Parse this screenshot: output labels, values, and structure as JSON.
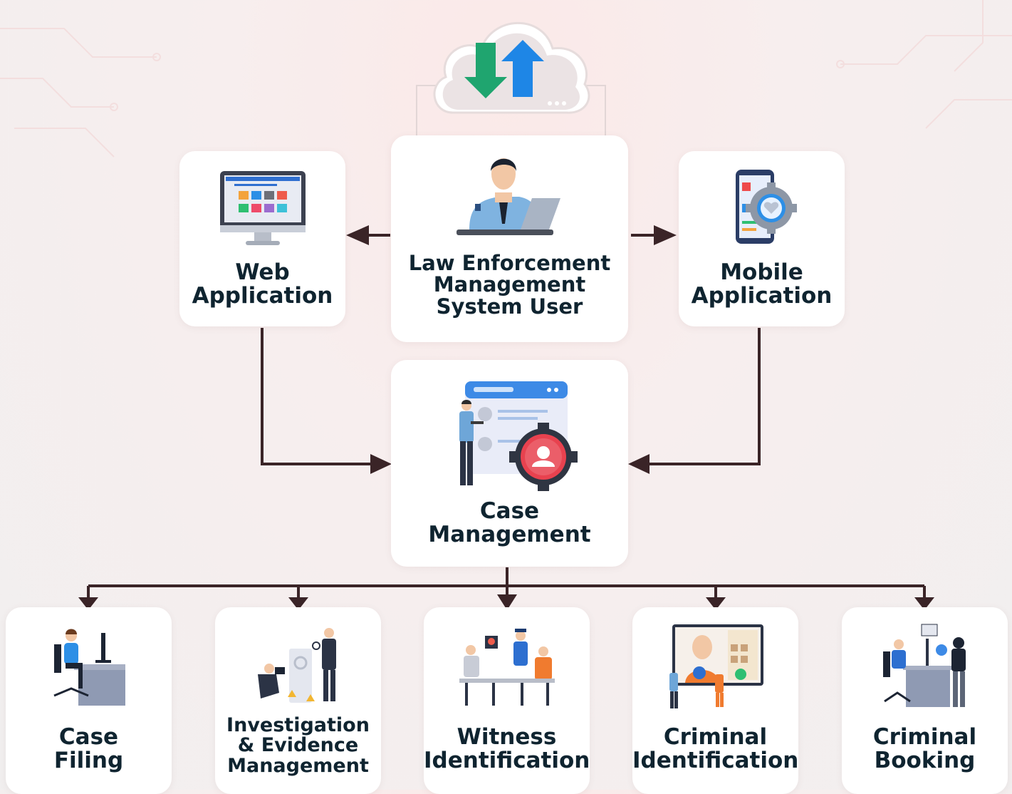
{
  "cloud": {
    "icon": "cloud-sync-icon",
    "colors": {
      "down": "#1fa56f",
      "up": "#1e86e6"
    }
  },
  "user_card": {
    "lines": [
      "Law Enforcement",
      "Management",
      "System User"
    ],
    "icon": "officer-laptop-icon"
  },
  "web_card": {
    "lines": [
      "Web",
      "Application"
    ],
    "icon": "desktop-monitor-icon"
  },
  "mobile_card": {
    "lines": [
      "Mobile",
      "Application"
    ],
    "icon": "mobile-gear-icon"
  },
  "case_card": {
    "lines": [
      "Case",
      "Management"
    ],
    "icon": "case-profile-gear-icon"
  },
  "modules": [
    {
      "lines": [
        "Case",
        "Filing"
      ],
      "icon": "officer-desk-icon"
    },
    {
      "lines": [
        "Investigation",
        "& Evidence",
        "Management"
      ],
      "icon": "crime-scene-icon"
    },
    {
      "lines": [
        "Witness",
        "Identification"
      ],
      "icon": "witness-table-icon"
    },
    {
      "lines": [
        "Criminal",
        "Identification"
      ],
      "icon": "face-recognition-icon"
    },
    {
      "lines": [
        "Criminal",
        "Booking"
      ],
      "icon": "booking-desk-icon"
    }
  ],
  "colors": {
    "arrow": "#3a2427",
    "text": "#0f2430",
    "card": "#ffffff"
  }
}
